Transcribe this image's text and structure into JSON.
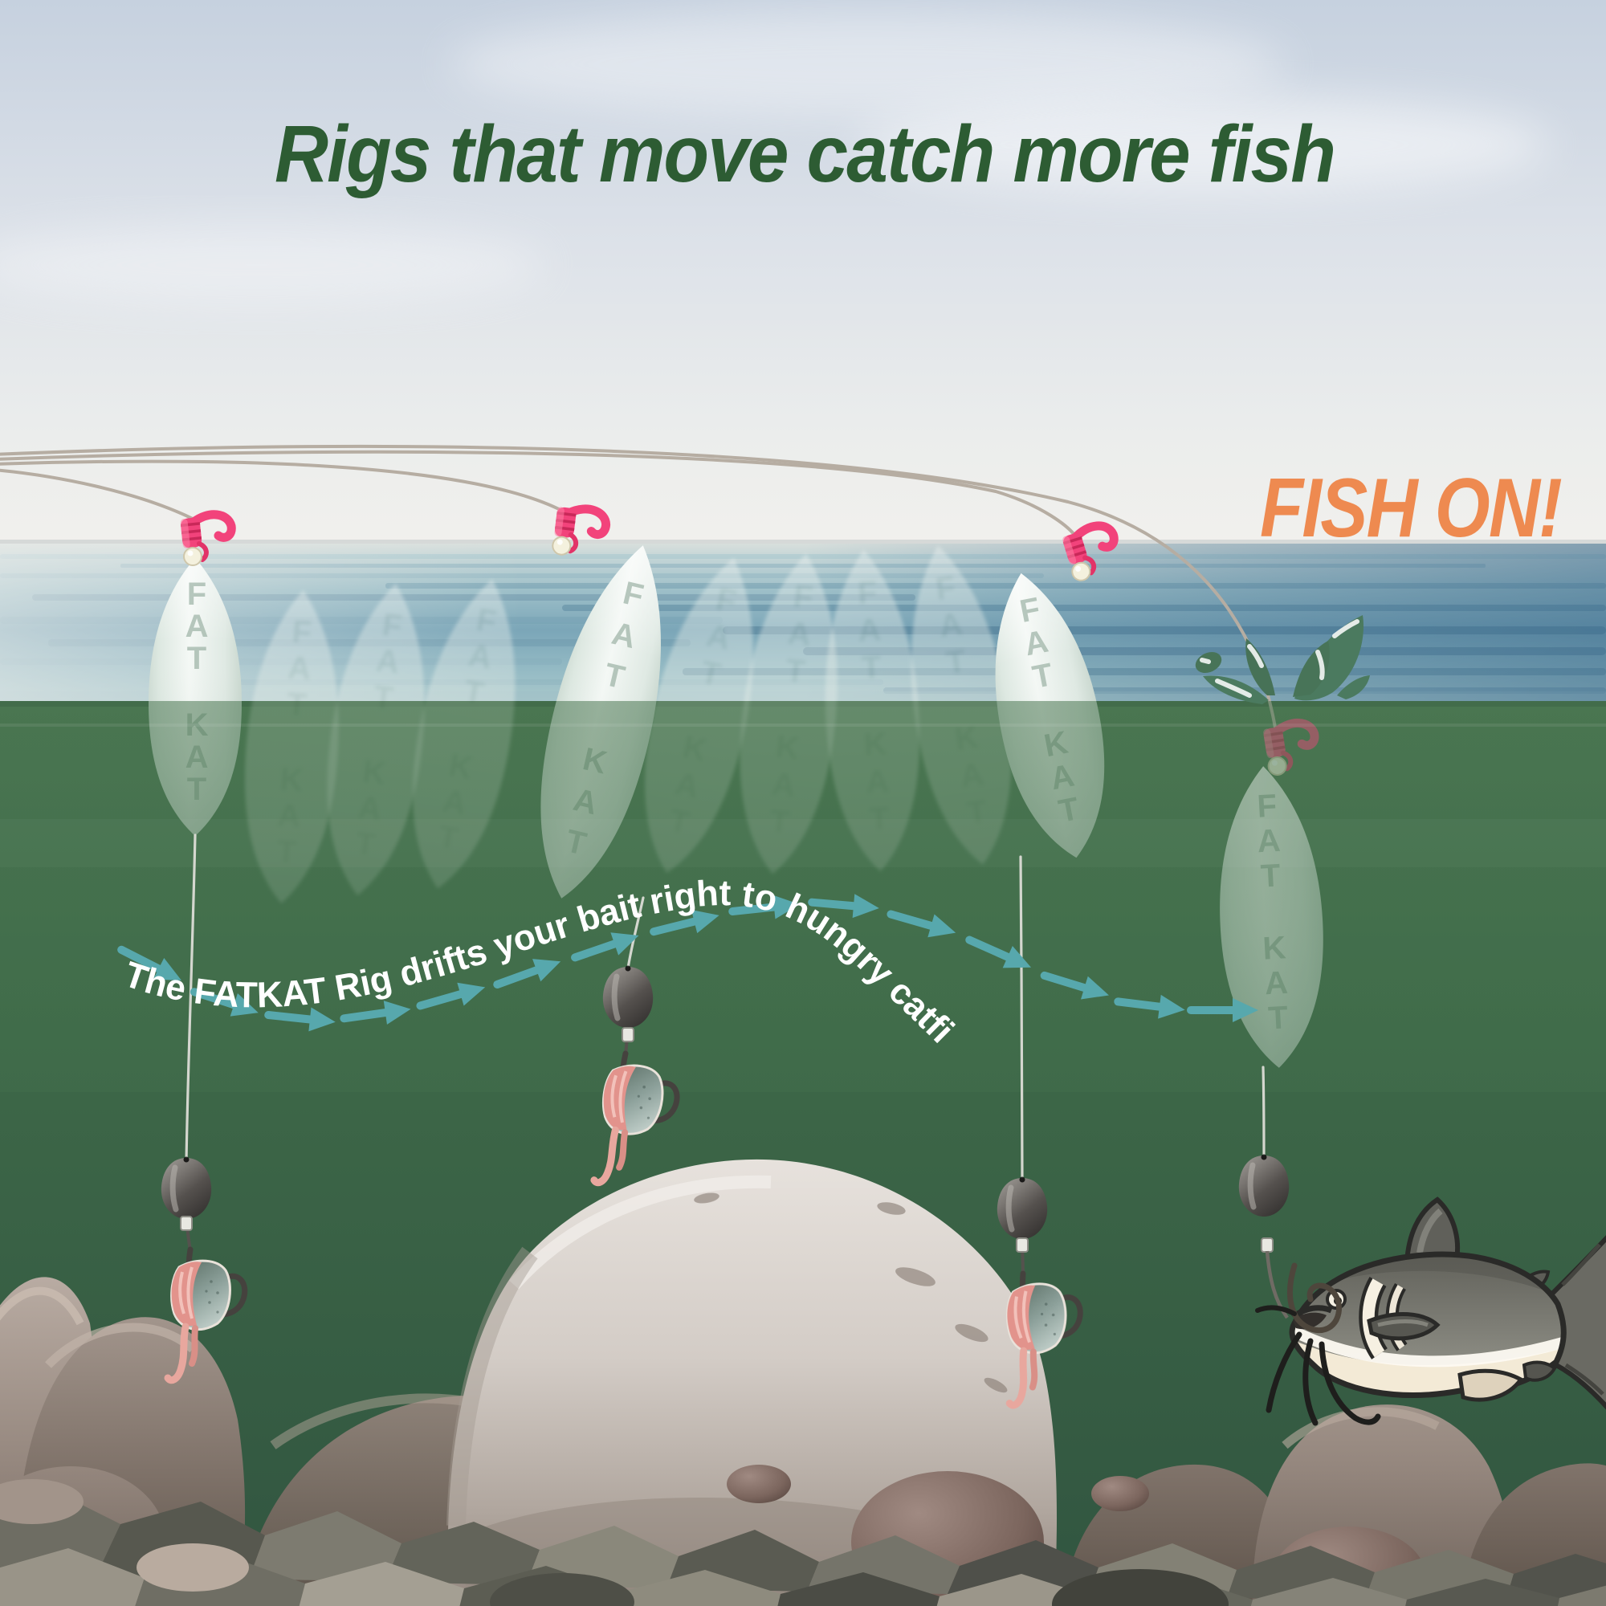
{
  "title": {
    "text": "Rigs that move catch more fish",
    "color": "#2d5c33"
  },
  "fish_on": {
    "text": "FISH ON!",
    "color": "#ee8a50"
  },
  "drift_caption": {
    "text": "The FATKAT Rig drifts your bait right to hungry catfish",
    "color": "#ffffff"
  },
  "product": {
    "name": "FAT KAT",
    "letters": [
      "F",
      "A",
      "T",
      "K",
      "A",
      "T"
    ]
  },
  "palette": {
    "title_green": "#2d5c33",
    "fish_on_orange": "#ee8a50",
    "caption_white": "#ffffff",
    "arrow_teal": "#57a8ad",
    "clip_pink": "#f2437b",
    "float_white": "#f4f8f5",
    "line_tan": "#b6ada2",
    "sky_top": "#c6d1df",
    "ocean_deep": "#4e7d97",
    "underwater_green": "#3f6a49",
    "rock_light": "#d9d3cd",
    "rock_dark": "#6e655e"
  }
}
